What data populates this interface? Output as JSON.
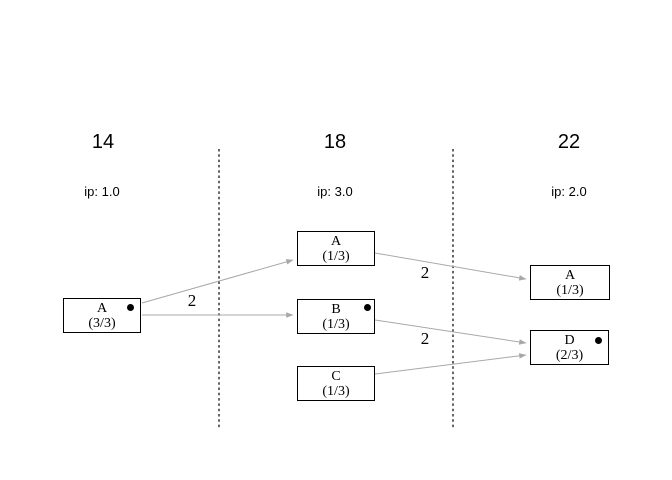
{
  "diagram": {
    "columns": [
      {
        "header": "14",
        "ip_label": "ip: 1.0"
      },
      {
        "header": "18",
        "ip_label": "ip: 3.0"
      },
      {
        "header": "22",
        "ip_label": "ip: 2.0"
      }
    ],
    "nodes": [
      {
        "id": "gen14-A",
        "label": "A",
        "count": "(3/3)",
        "dot": true
      },
      {
        "id": "gen18-A",
        "label": "A",
        "count": "(1/3)",
        "dot": false
      },
      {
        "id": "gen18-B",
        "label": "B",
        "count": "(1/3)",
        "dot": true
      },
      {
        "id": "gen18-C",
        "label": "C",
        "count": "(1/3)",
        "dot": false
      },
      {
        "id": "gen22-A",
        "label": "A",
        "count": "(1/3)",
        "dot": false
      },
      {
        "id": "gen22-D",
        "label": "D",
        "count": "(2/3)",
        "dot": true
      }
    ],
    "edges": [
      {
        "from": "gen14-A",
        "to": "gen18-A",
        "label": "2"
      },
      {
        "from": "gen14-A",
        "to": "gen18-B",
        "label": ""
      },
      {
        "from": "gen18-A",
        "to": "gen22-A",
        "label": "2"
      },
      {
        "from": "gen18-B",
        "to": "gen22-D",
        "label": "2"
      },
      {
        "from": "gen18-C",
        "to": "gen22-D",
        "label": ""
      }
    ],
    "colors": {
      "edge-line": "#a8a8a8",
      "box-border": "#000000",
      "text": "#000000",
      "background": "#ffffff"
    }
  }
}
